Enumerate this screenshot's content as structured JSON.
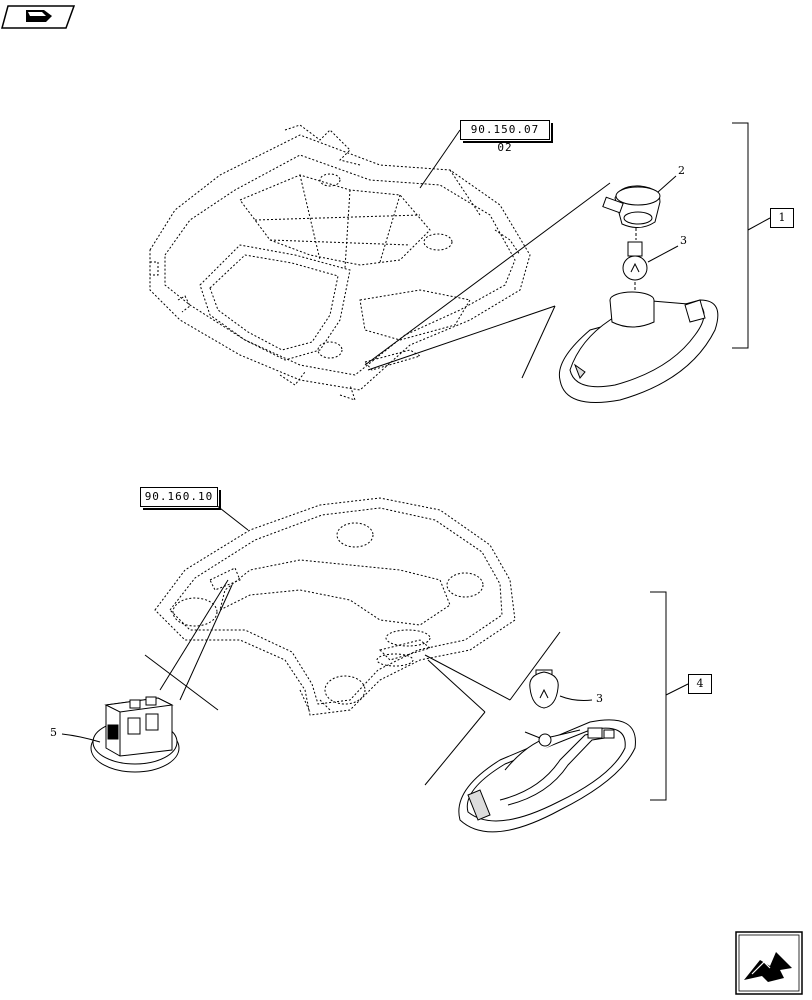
{
  "references": {
    "top": "90.150.07 02",
    "bottom": "90.160.10"
  },
  "item_boxes": {
    "top": "1",
    "bottom": "4"
  },
  "callouts": {
    "top_cap": "2",
    "top_bulb": "3",
    "bottom_bulb": "3",
    "switch": "5"
  },
  "icons": {
    "top_left": "book-page-icon",
    "bottom_right": "next-page-arrow-icon"
  }
}
